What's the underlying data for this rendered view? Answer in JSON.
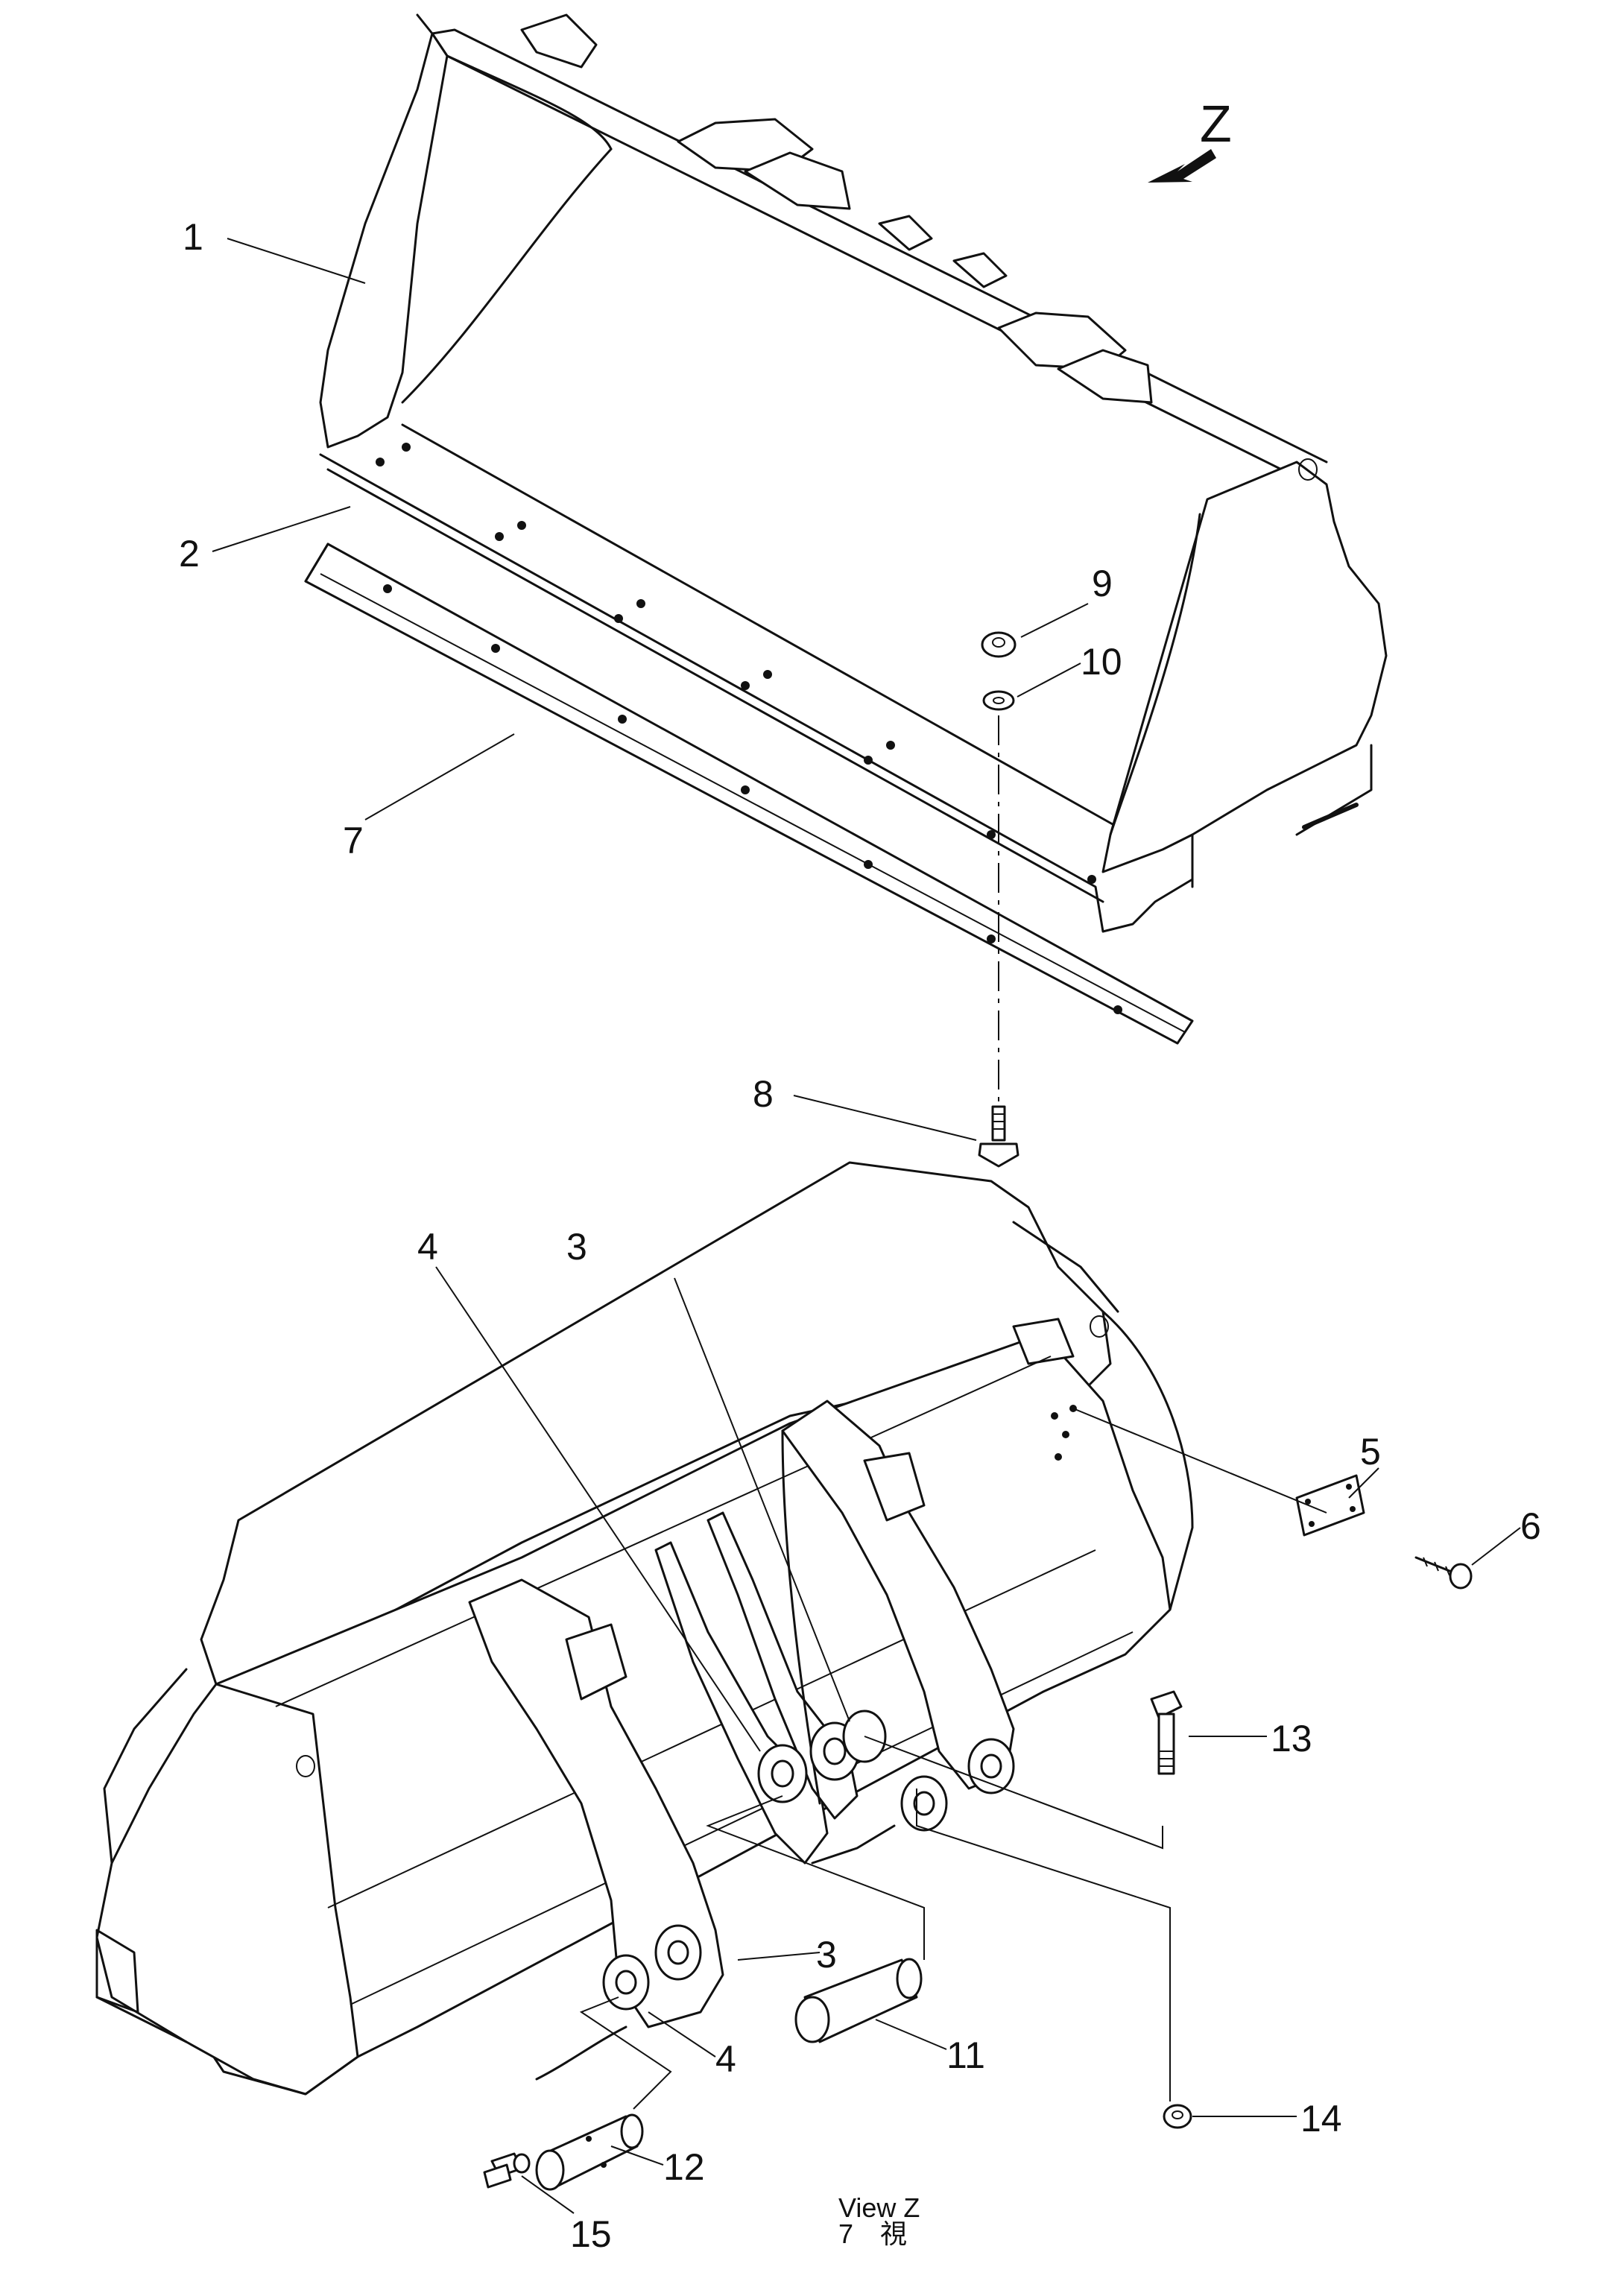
{
  "labels": {
    "l1": "1",
    "l2": "2",
    "l3a": "3",
    "l3b": "3",
    "l4a": "4",
    "l4b": "4",
    "l5": "5",
    "l6": "6",
    "l7": "7",
    "l8": "8",
    "l9": "9",
    "l10": "10",
    "l11": "11",
    "l12": "12",
    "l13": "13",
    "l14": "14",
    "l15": "15",
    "view_letter": "Z"
  },
  "caption": {
    "line1": "View Z",
    "line2": "7　視"
  }
}
